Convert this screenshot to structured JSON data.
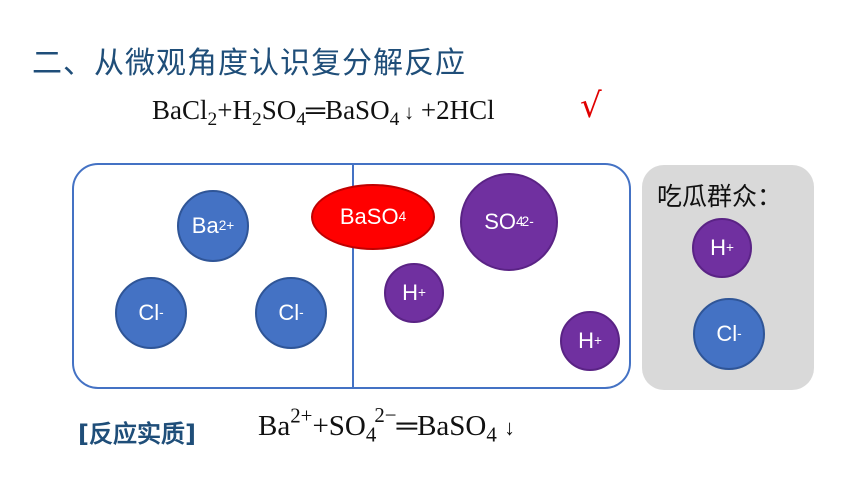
{
  "title": "二、从微观角度认识复分解反应",
  "equation": {
    "r1_a": "BaCl",
    "r1_sub": "2",
    "plus1": "+",
    "r2_a": "H",
    "r2_sub": "2",
    "r2_b": "SO",
    "r2_sub2": "4",
    "eq_sign": "═",
    "p1_a": "BaSO",
    "p1_sub": "4",
    "p1_arrow": "↓",
    "plus2": "+",
    "p2": "2HCl",
    "check": "√"
  },
  "ions": {
    "ba": {
      "base": "Ba",
      "charge": "2+"
    },
    "cl_left": {
      "base": "Cl",
      "charge": "-"
    },
    "cl_right": {
      "base": "Cl",
      "charge": "-"
    },
    "baso4": {
      "base": "BaSO",
      "sub": "4"
    },
    "so4": {
      "base": "SO",
      "sub": "4",
      "charge": "2-"
    },
    "h_upper": {
      "base": "H",
      "charge": "+"
    },
    "h_lower": {
      "base": "H",
      "charge": "+"
    }
  },
  "bystanders": {
    "title": "吃瓜群众：",
    "h": {
      "base": "H",
      "charge": "+"
    },
    "cl": {
      "base": "Cl",
      "charge": "-"
    }
  },
  "essence": {
    "label": "[反应实质]",
    "ba": "Ba",
    "ba_charge": "2+",
    "plus": "+",
    "so": "SO",
    "so_sub": "4",
    "so_charge": "2−",
    "eq_sign": "═",
    "prod": "BaSO",
    "prod_sub": "4",
    "arrow": "↓"
  },
  "colors": {
    "title": "#1f4e79",
    "ion_blue": "#4472c4",
    "ion_purple": "#7030a0",
    "precipitate_red": "#ff0000",
    "check_red": "#e00000",
    "bystander_bg": "#d9d9d9"
  }
}
